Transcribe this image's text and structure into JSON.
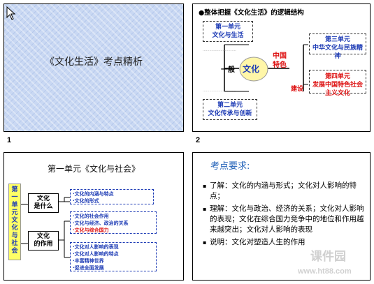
{
  "slides": [
    {
      "number": "1",
      "title": "《文化生活》考点精析"
    },
    {
      "number": "2",
      "heading": "●整体把握《文化生活》的逻辑结构",
      "unit1": "第一单元\n文化与生活",
      "unit2": "第二单元\n文化传承与创新",
      "unit3": "第三单元\n中华文化与民族精神",
      "unit4": "第四单元\n发展中国特色社会主义文化",
      "center": "文化",
      "general": "一般",
      "china": "中国\n特色",
      "build": "建设"
    },
    {
      "number": "",
      "title": "第一单元《文化与社会》",
      "side_label": "第一单元 文化与社会",
      "node1": "文化\n是什么",
      "node2": "文化\n的作用",
      "group1": [
        "·文化的内涵与特点",
        "·文化的形式"
      ],
      "group2": [
        "·文化的社会作用",
        "·文化与经济、政治的关系",
        "·文化与综合国力"
      ],
      "group3": [
        "·文化对人影响的表现",
        "·文化对人影响的特点",
        "·丰富精神世界",
        "·促进全面发展"
      ]
    },
    {
      "number": "",
      "heading": "考点要求:",
      "bullets": [
        "了解：文化的内涵与形式；文化对人影响的特点；",
        "理解：文化与政治、经济的关系；文化对人影响的表现；文化在综合国力竞争中的地位和作用越来越突出；文化对人影响的表现",
        "说明：文化对塑造人生的作用"
      ],
      "watermark_top": "课件园",
      "watermark_bottom": "www.ht88.com"
    }
  ]
}
